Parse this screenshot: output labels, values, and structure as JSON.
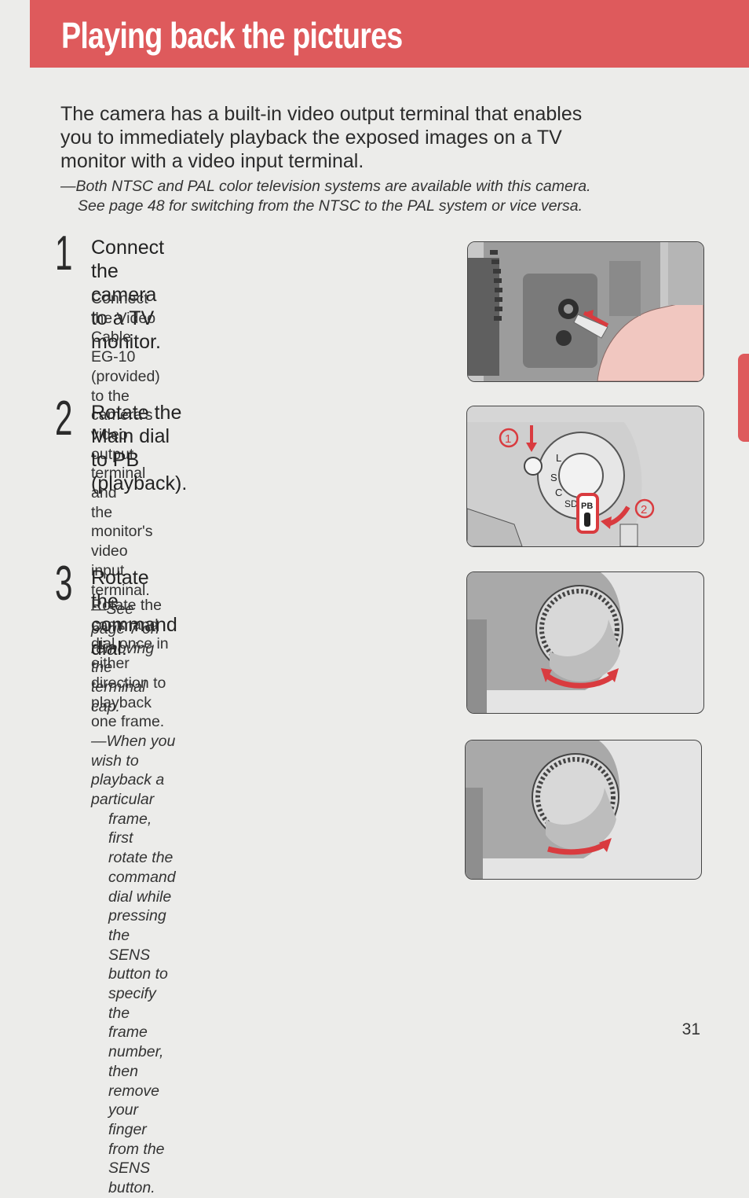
{
  "header": {
    "title": "Playing back the pictures"
  },
  "intro": {
    "lines": [
      "The camera has a built-in video output terminal that enables",
      "you to immediately playback the exposed images on a TV",
      "monitor with a video input terminal."
    ],
    "note_lines": [
      "—Both NTSC and PAL color television systems are available with this camera.",
      "See page 48 for switching from the NTSC to the PAL system or vice versa."
    ]
  },
  "steps": [
    {
      "number": "1",
      "title_lines": [
        "Connect the camera to a TV",
        "monitor."
      ],
      "body_lines": [
        "Connect the Video Cable EG-10 (provided)",
        "to the camera's video output terminal and",
        "the monitor's video input terminal."
      ],
      "note_lines": [
        "—See page 7 on removing the terminal cap."
      ]
    },
    {
      "number": "2",
      "title_lines": [
        "Rotate the Main dial to PB",
        "(playback)."
      ],
      "figure_labels": {
        "callout_1": "1",
        "callout_2": "2",
        "pb": "PB",
        "dial_letters": [
          "L",
          "S",
          "C",
          "SD"
        ]
      }
    },
    {
      "number": "3",
      "title_lines": [
        "Rotate the command dial."
      ],
      "body_lines": [
        "Rotate the command dial once in either",
        "direction to playback one frame."
      ],
      "note_lines": [
        "—When you wish to playback a particular",
        "frame, first rotate the command dial while",
        "pressing the SENS button to specify the",
        "frame number, then remove your finger",
        "from the SENS button."
      ]
    }
  ],
  "footer": {
    "page_number": "31"
  },
  "colors": {
    "accent": "#de5a5c",
    "background": "#ececea",
    "arrow": "#d93b3f"
  }
}
